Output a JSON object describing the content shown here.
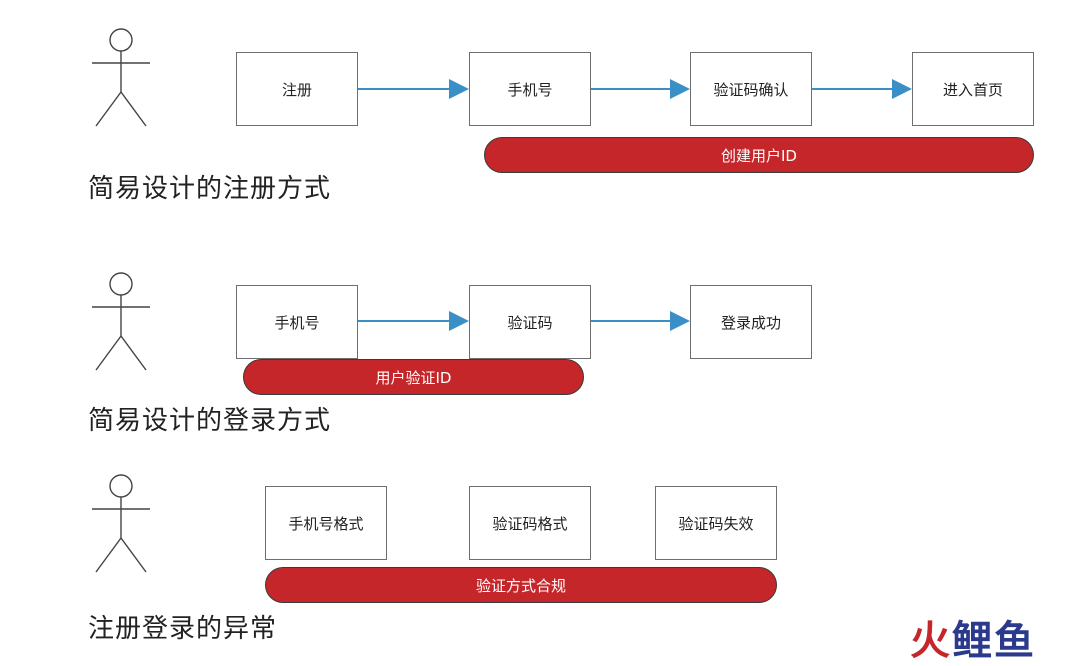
{
  "sections": [
    {
      "title": "简易设计的注册方式",
      "steps": [
        "注册",
        "手机号",
        "验证码确认",
        "进入首页"
      ],
      "bar_label": "创建用户ID"
    },
    {
      "title": "简易设计的登录方式",
      "steps": [
        "手机号",
        "验证码",
        "登录成功"
      ],
      "bar_label": "用户验证ID"
    },
    {
      "title": "注册登录的异常",
      "checks": [
        "手机号格式",
        "验证码格式",
        "验证码失效"
      ],
      "bar_label": "验证方式合规"
    }
  ],
  "watermark": {
    "part1": "火",
    "part2": "鲤鱼"
  },
  "colors": {
    "arrow": "#3a8fc7",
    "bar": "#c4262a",
    "box_border": "#6e6e6e"
  }
}
